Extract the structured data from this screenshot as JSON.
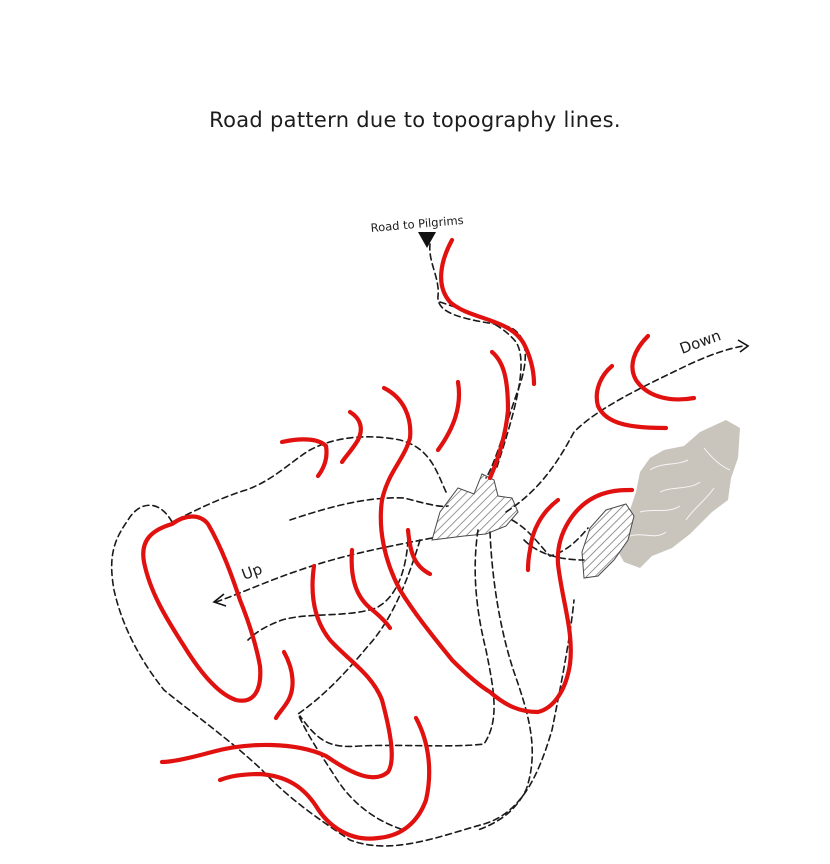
{
  "title": "Road pattern due to topography lines.",
  "labels": {
    "road_to_pilgrims": "Road to Pilgrims",
    "down": "Down",
    "up": "Up"
  },
  "colors": {
    "topography": "#e0110f",
    "road": "#1a1a1a",
    "built_area_fill": "#c9c4bc",
    "hatch": "#6a6a6a"
  }
}
